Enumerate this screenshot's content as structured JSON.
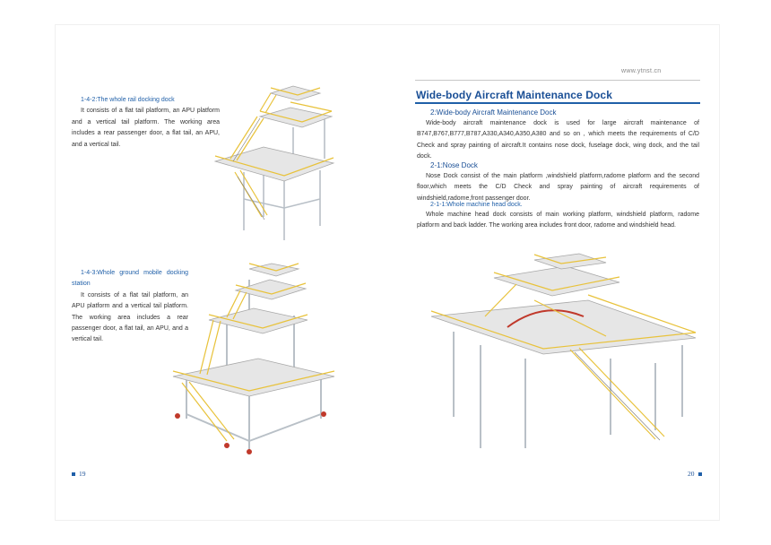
{
  "website": "www.ytnst.cn",
  "left_page": {
    "section1": {
      "heading": "1-4-2:The whole rail docking dock",
      "body": "It consists of a flat tail platform, an APU platform and a vertical tail platform. The working area includes a rear passenger door, a flat tail, an APU, and a vertical tail."
    },
    "section2": {
      "heading": "1-4-3:Whole ground mobile docking station",
      "body": "It consists of a flat tail platform, an APU platform and a vertical tail platform. The working area includes a rear passenger door, a flat tail, an APU, and a vertical tail."
    },
    "page_number": "19"
  },
  "right_page": {
    "title": "Wide-body Aircraft Maintenance Dock",
    "sub1": "2:Wide-body Aircraft Maintenance Dock",
    "para1": "Wide-body aircraft maintenance dock is used for large aircraft maintenance of B747,B767,B777,B787,A330,A340,A350,A380 and so on , which meets the requirements of C/D Check and spray painting of aircraft.It contains nose dock, fuselage dock, wing dock, and the tail dock.",
    "sub2": "2-1:Nose Dock",
    "para2": "Nose Dock consist of the main platform ,windshield platform,radome platform and the second floor,which meets the C/D Check and spray painting of aircraft requirements of windshield,radome,front passenger door.",
    "sub3": "2-1-1:Whole machine head dock.",
    "para3": "Whole machine head dock consists of main working platform, windshield platform, radome platform and back ladder. The working area includes front door, radome and windshield head.",
    "page_number": "20"
  },
  "colors": {
    "heading_blue": "#1a4f96",
    "rail_yellow": "#e8c23a",
    "frame_grey": "#b9c0c7",
    "deck_grey": "#e6e6e6"
  }
}
